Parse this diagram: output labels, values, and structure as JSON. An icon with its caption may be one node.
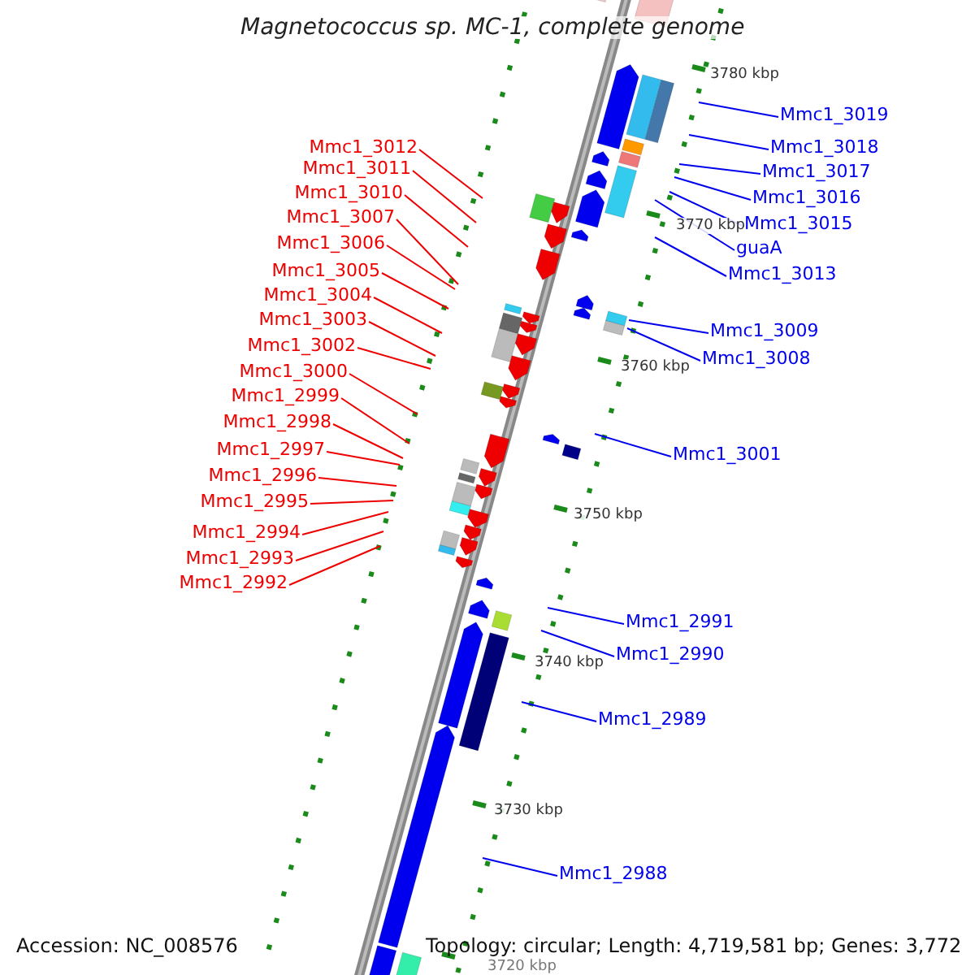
{
  "diagram": {
    "title": "Magnetococcus sp. MC-1, complete genome",
    "nodes": [
      {
        "text": [
          "Mmc1_3012"
        ]
      },
      {
        "text": [
          "Mmc1_3011"
        ]
      },
      {
        "text": [
          "Mmc1_3010"
        ]
      },
      {
        "text": [
          "Mmc1_3007"
        ]
      },
      {
        "text": [
          "Mmc1_3006"
        ]
      },
      {
        "text": [
          "Mmc1_3005"
        ]
      },
      {
        "text": [
          "Mmc1_3004"
        ]
      },
      {
        "text": [
          "Mmc1_3003"
        ]
      },
      {
        "text": [
          "Mmc1_3002"
        ]
      },
      {
        "text": [
          "Mmc1_3000"
        ]
      },
      {
        "text": [
          "Mmc1_2999"
        ]
      },
      {
        "text": [
          "Mmc1_2998"
        ]
      },
      {
        "text": [
          "Mmc1_2997"
        ]
      },
      {
        "text": [
          "Mmc1_2996"
        ]
      },
      {
        "text": [
          "Mmc1_2995"
        ]
      },
      {
        "text": [
          "Mmc1_2994"
        ]
      },
      {
        "text": [
          "Mmc1_2993"
        ]
      },
      {
        "text": [
          "Mmc1_2992"
        ]
      },
      {
        "text": [
          "Mmc1_3019"
        ]
      },
      {
        "text": [
          "Mmc1_3018"
        ]
      },
      {
        "text": [
          "Mmc1_3017"
        ]
      },
      {
        "text": [
          "Mmc1_3016"
        ]
      },
      {
        "text": [
          "Mmc1_3015"
        ]
      },
      {
        "text": [
          "guaA"
        ]
      },
      {
        "text": [
          "Mmc1_3013"
        ]
      },
      {
        "text": [
          "Mmc1_3009"
        ]
      },
      {
        "text": [
          "Mmc1_3008"
        ]
      },
      {
        "text": [
          "Mmc1_3001"
        ]
      },
      {
        "text": [
          "Mmc1_2991"
        ]
      },
      {
        "text": [
          "Mmc1_2990"
        ]
      },
      {
        "text": [
          "Mmc1_2989"
        ]
      },
      {
        "text": [
          "Mmc1_2988"
        ]
      }
    ],
    "edges": [
      {
        "from": 0,
        "to": null,
        "arrow": "none"
      },
      {
        "from": 1,
        "to": null,
        "arrow": "none"
      },
      {
        "from": 2,
        "to": null,
        "arrow": "none"
      },
      {
        "from": 3,
        "to": null,
        "arrow": "none"
      },
      {
        "from": 4,
        "to": null,
        "arrow": "none"
      },
      {
        "from": 5,
        "to": null,
        "arrow": "none"
      },
      {
        "from": 6,
        "to": null,
        "arrow": "none"
      },
      {
        "from": 7,
        "to": null,
        "arrow": "none"
      },
      {
        "from": 8,
        "to": null,
        "arrow": "none"
      },
      {
        "from": 9,
        "to": null,
        "arrow": "none"
      },
      {
        "from": 10,
        "to": null,
        "arrow": "none"
      },
      {
        "from": 11,
        "to": null,
        "arrow": "none"
      },
      {
        "from": 12,
        "to": null,
        "arrow": "none"
      },
      {
        "from": 13,
        "to": null,
        "arrow": "none"
      },
      {
        "from": 14,
        "to": null,
        "arrow": "none"
      },
      {
        "from": 15,
        "to": null,
        "arrow": "none"
      },
      {
        "from": 16,
        "to": null,
        "arrow": "none"
      },
      {
        "from": 17,
        "to": null,
        "arrow": "none"
      },
      {
        "from": 18,
        "to": null,
        "arrow": "none",
        "color": "#0000ee"
      },
      {
        "from": 19,
        "to": null,
        "arrow": "none",
        "color": "#0000ee"
      },
      {
        "from": 20,
        "to": null,
        "arrow": "none",
        "color": "#0000ee"
      },
      {
        "from": 21,
        "to": null,
        "arrow": "none",
        "color": "#0000ee"
      },
      {
        "from": 22,
        "to": null,
        "arrow": "none",
        "color": "#0000ee"
      },
      {
        "from": 23,
        "to": null,
        "arrow": "none",
        "color": "#0000ee"
      },
      {
        "from": 24,
        "to": null,
        "arrow": "none",
        "color": "#0000ee"
      },
      {
        "from": 25,
        "to": null,
        "arrow": "none",
        "color": "#0000ee"
      },
      {
        "from": 26,
        "to": null,
        "arrow": "none",
        "color": "#0000ee"
      },
      {
        "from": 27,
        "to": null,
        "arrow": "none",
        "color": "#0000ee"
      },
      {
        "from": 28,
        "to": null,
        "arrow": "none",
        "color": "#0000ee"
      },
      {
        "from": 29,
        "to": null,
        "arrow": "none",
        "color": "#0000ee"
      },
      {
        "from": 30,
        "to": null,
        "arrow": "none",
        "color": "#0000ee"
      },
      {
        "from": 31,
        "to": null,
        "arrow": "none",
        "color": "#0000ee"
      }
    ],
    "labels": [
      "3780 kbp",
      "3770 kbp",
      "3760 kbp",
      "3750 kbp",
      "3740 kbp",
      "3730 kbp",
      "3720 kbp",
      "Accession: NC_008576",
      "Topology: circular; Length: 4,719,581 bp; Genes: 3,772"
    ]
  }
}
